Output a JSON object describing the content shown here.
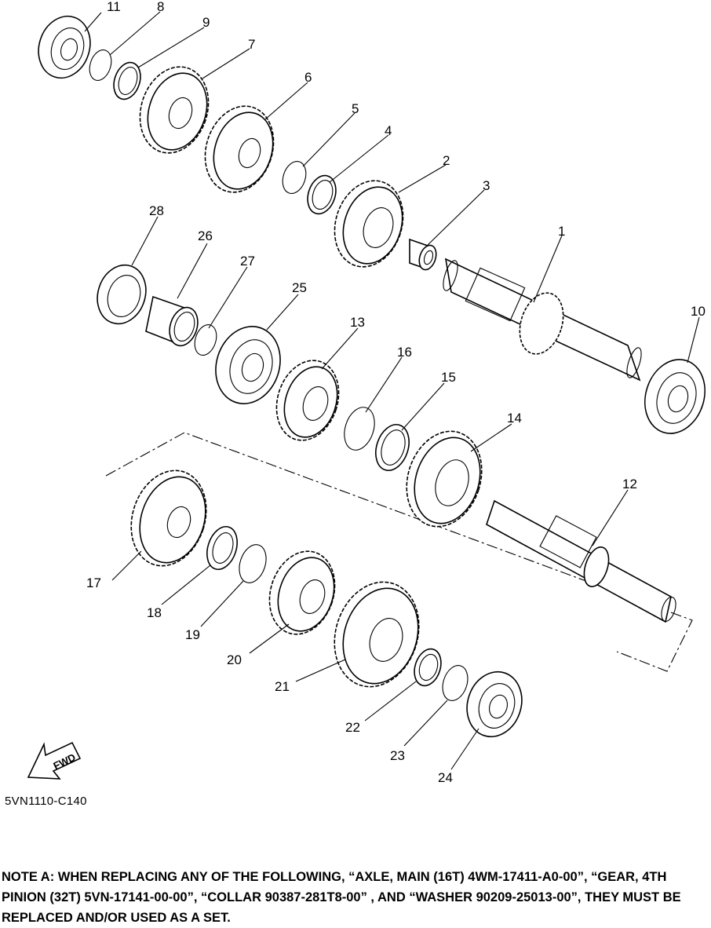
{
  "diagram": {
    "callouts": [
      "1",
      "2",
      "3",
      "4",
      "5",
      "6",
      "7",
      "8",
      "9",
      "10",
      "11",
      "12",
      "13",
      "14",
      "15",
      "16",
      "17",
      "18",
      "19",
      "20",
      "21",
      "22",
      "23",
      "24",
      "25",
      "26",
      "27",
      "28"
    ],
    "fwd_label": "FWD",
    "drawing_code": "5VN1110-C140"
  },
  "note": {
    "text": "NOTE A: WHEN REPLACING ANY OF THE FOLLOWING, “AXLE, MAIN (16T) 4WM-17411-A0-00”, “GEAR, 4TH PINION (32T) 5VN-17141-00-00”, “COLLAR 90387-281T8-00” , AND “WASHER 90209-25013-00”, THEY MUST BE REPLACED AND/OR USED AS A SET."
  }
}
